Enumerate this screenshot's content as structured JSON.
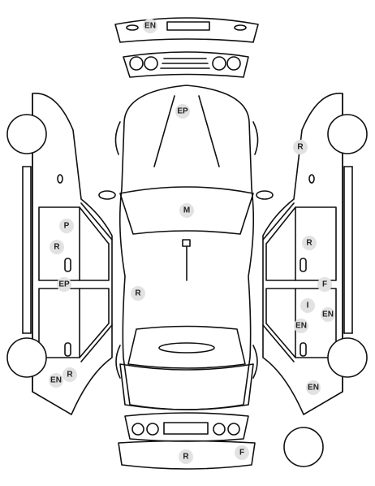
{
  "badges": {
    "front_bumper": "EN",
    "hood": "EP",
    "windshield": "M",
    "right_top": "R",
    "left_p": "P",
    "left_r1": "R",
    "left_ep": "EP",
    "roof_r": "R",
    "left_en": "EN",
    "left_r2": "R",
    "right_r1": "R",
    "right_f": "F",
    "right_i": "I",
    "right_en1": "EN",
    "right_en2": "EN",
    "right_en3": "EN",
    "rear_r": "R",
    "rear_f": "F"
  }
}
